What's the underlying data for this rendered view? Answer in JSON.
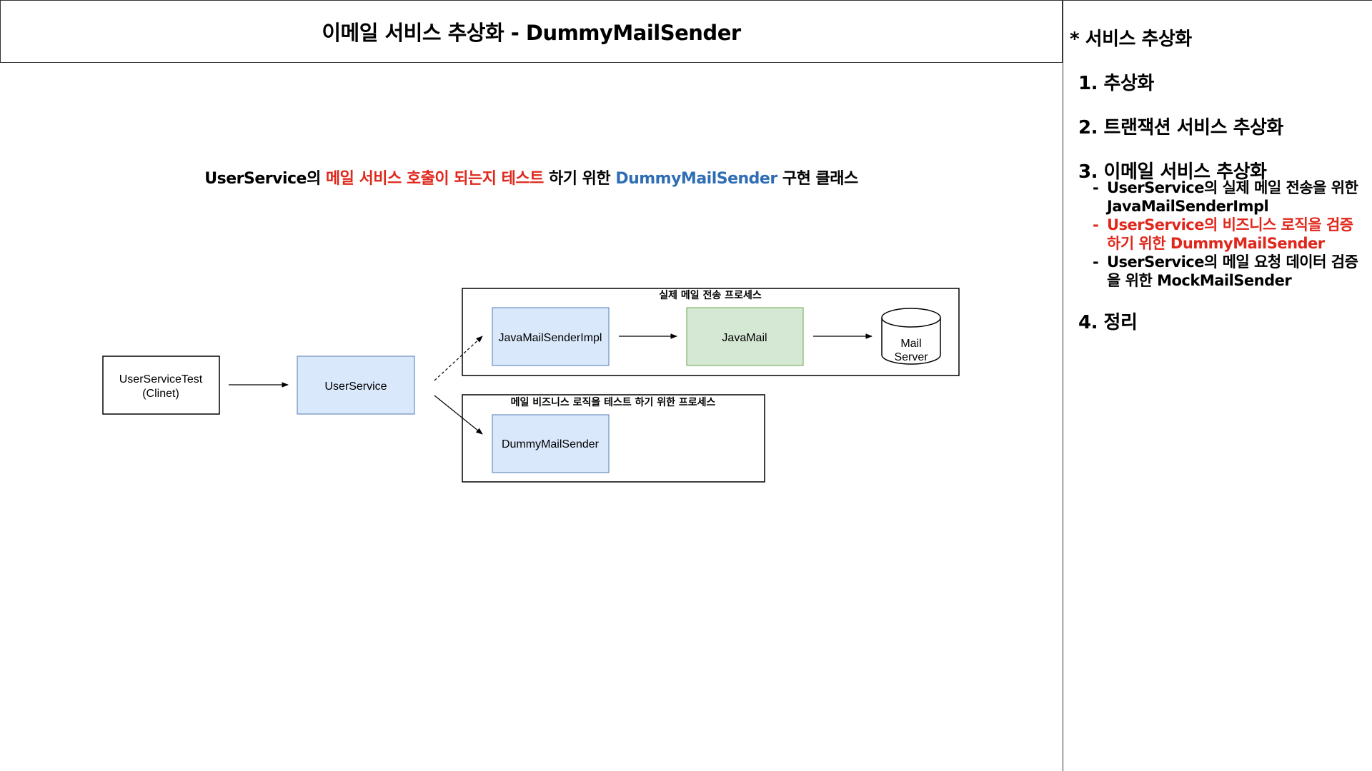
{
  "title": "이메일 서비스 추상화 - DummyMailSender",
  "subtitle": {
    "part1": "UserService의 ",
    "part2": "메일 서비스 호출이 되는지 테스트",
    "part3": " 하기 위한 ",
    "part4": "DummyMailSender",
    "part5": " 구현 클래스"
  },
  "colors": {
    "accent_red": "#e0271c",
    "accent_blue": "#2f6db5",
    "node_blue": "#dae8fc",
    "node_green": "#d5e8d4"
  },
  "side": {
    "heading": "* 서비스 추상화",
    "item1": "1. 추상화",
    "item2": "2. 트랜잭션 서비스 추상화",
    "item3": "3. 이메일 서비스 추상화",
    "item3_sub": [
      {
        "line1": "UserService의 실제 메일 전송을 위한",
        "line2": "JavaMailSenderImpl"
      },
      {
        "line1": "UserService의 비즈니스 로직을 검증",
        "line2": "하기 위한 DummyMailSender"
      },
      {
        "line1": "UserService의 메일 요청 데이터 검증",
        "line2": "을 위한 MockMailSender"
      }
    ],
    "item4": "4. 정리"
  },
  "diagram": {
    "client": {
      "line1": "UserServiceTest",
      "line2": "(Clinet)"
    },
    "service": "UserService",
    "group_real": "실제 메일 전송 프로세스",
    "group_test": "메일 비즈니스 로직을 테스트 하기 위한 프로세스",
    "impl": "JavaMailSenderImpl",
    "javamail": "JavaMail",
    "mailserver": {
      "line1": "Mail",
      "line2": "Server"
    },
    "dummy": "DummyMailSender"
  }
}
